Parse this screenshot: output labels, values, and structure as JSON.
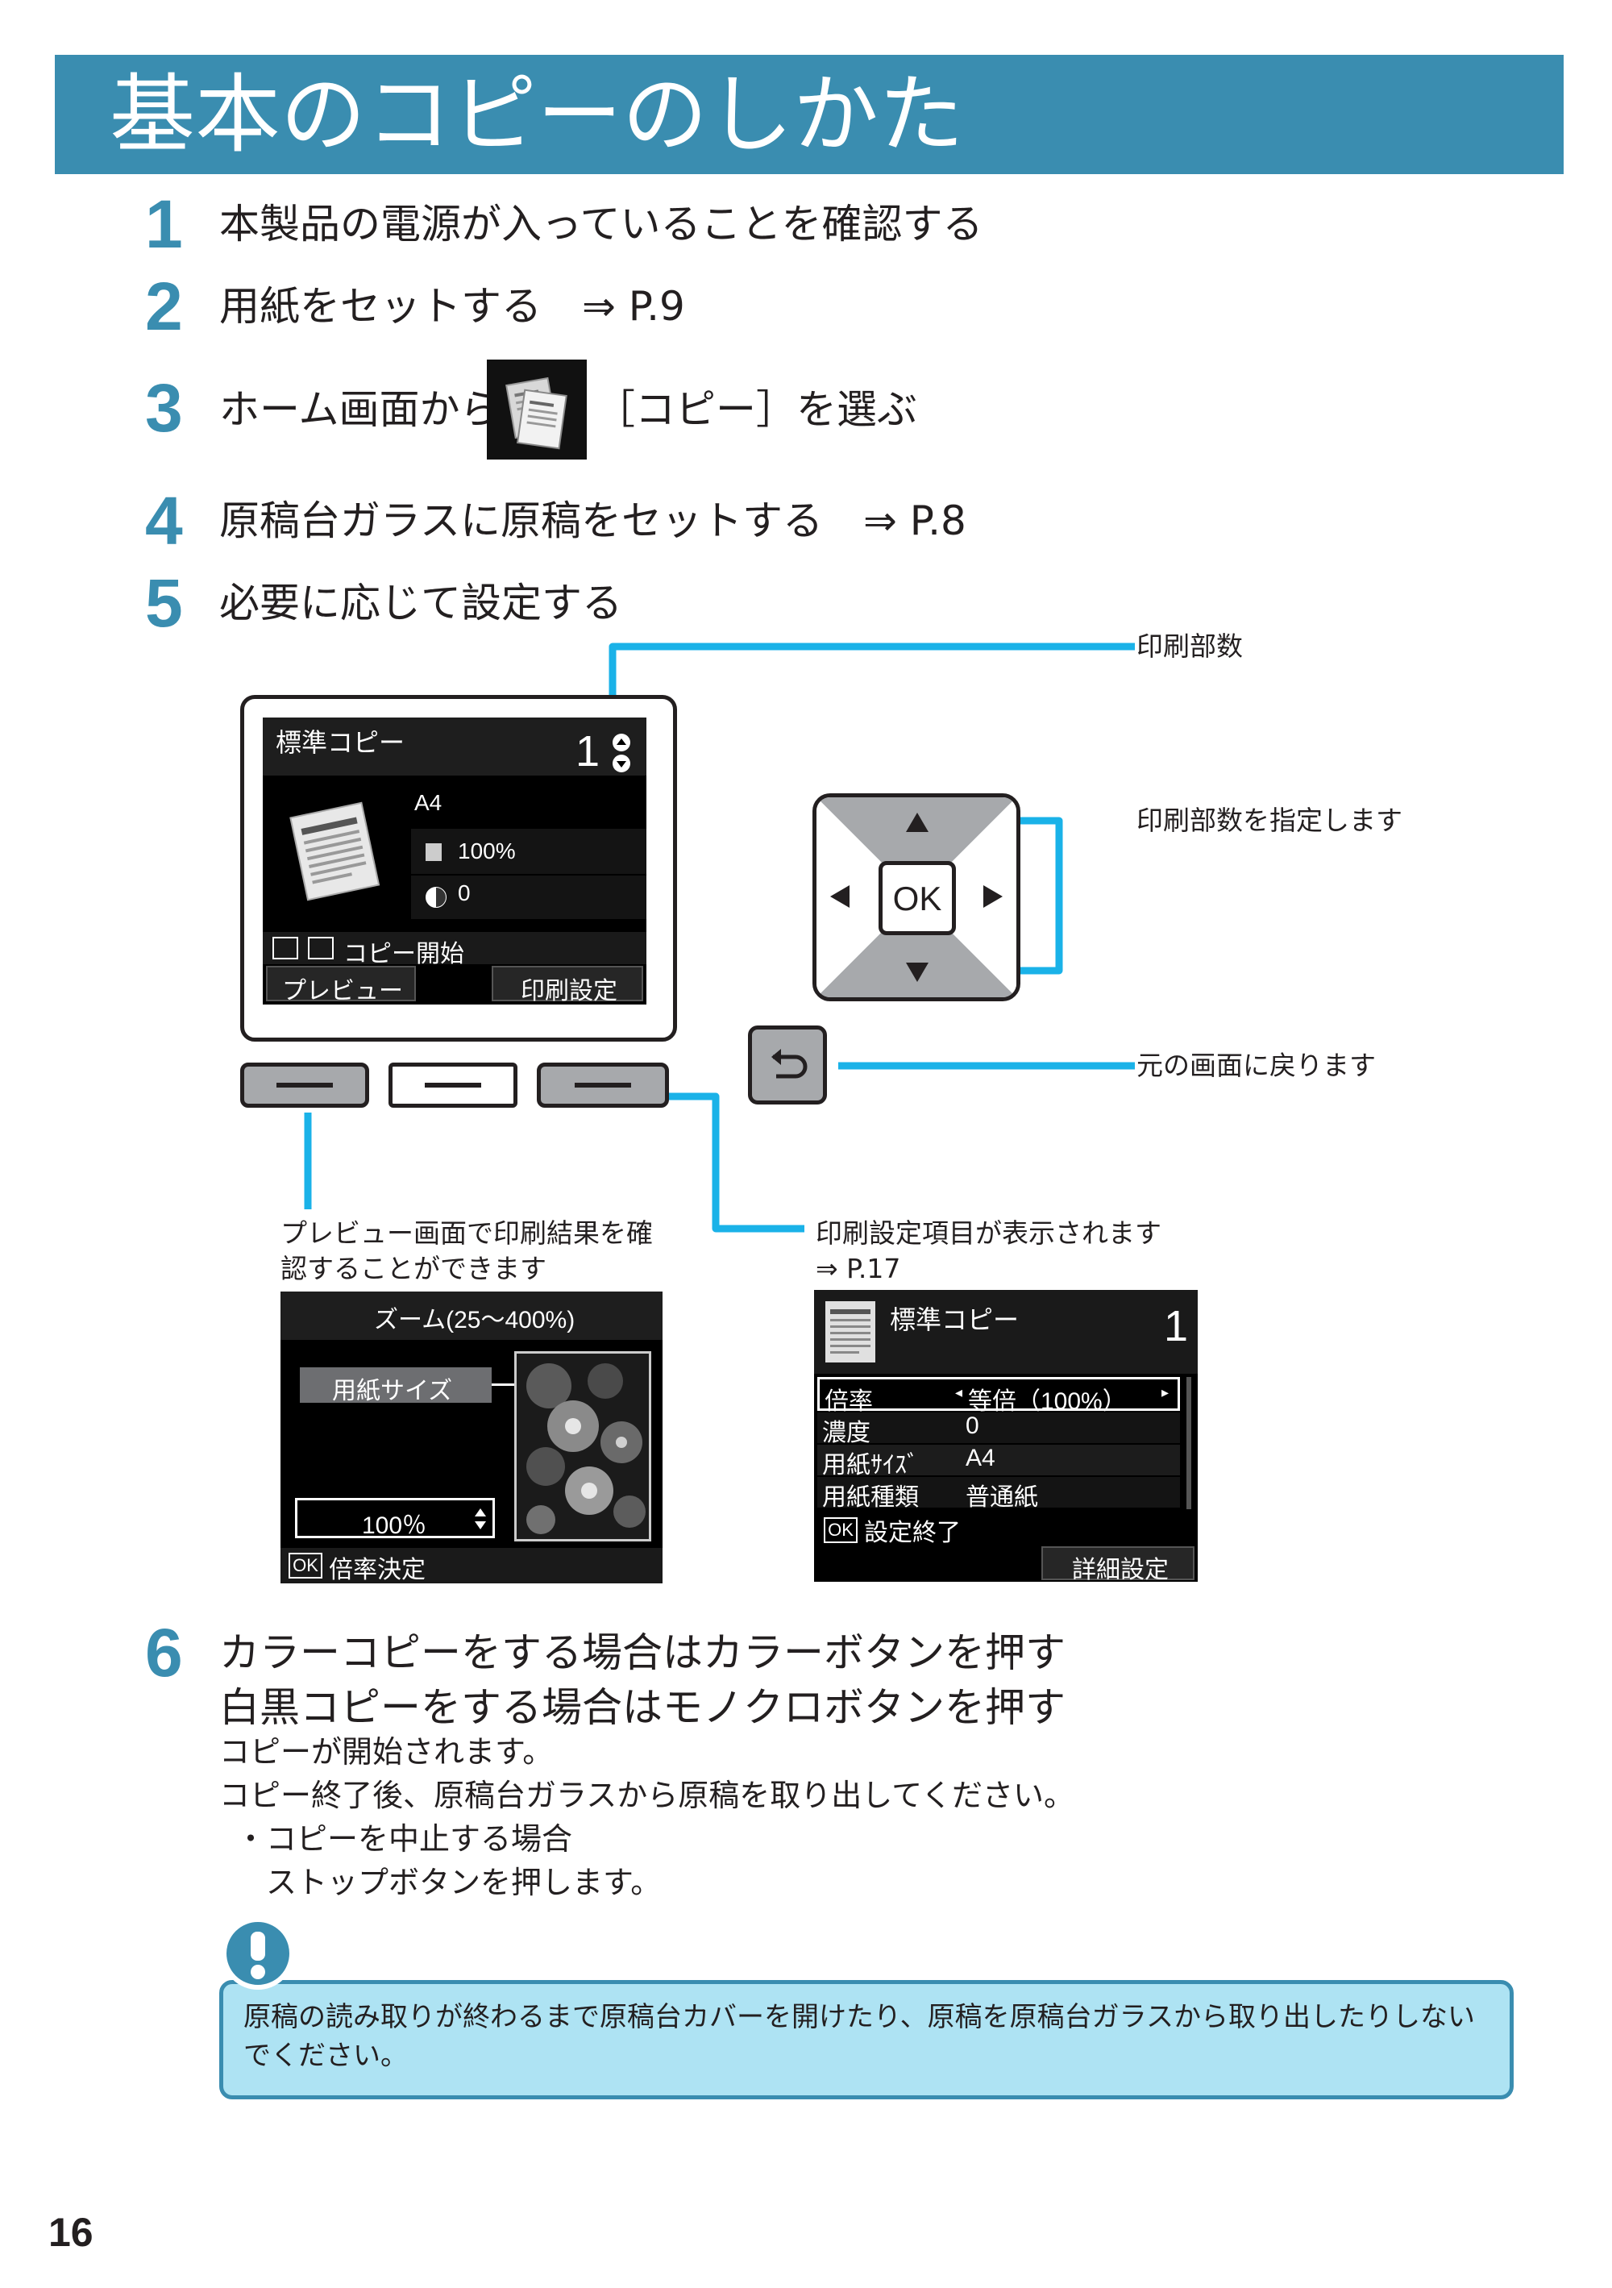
{
  "title": "基本のコピーのしかた",
  "steps": [
    {
      "number": "1",
      "text": "本製品の電源が入っていることを確認する"
    },
    {
      "number": "2",
      "text": "用紙をセットする　⇒ P.9"
    },
    {
      "number": "3",
      "text_before": "ホーム画面から",
      "text_after": "［コピー］を選ぶ"
    },
    {
      "number": "4",
      "text": "原稿台ガラスに原稿をセットする　⇒ P.8"
    },
    {
      "number": "5",
      "text": "必要に応じて設定する"
    },
    {
      "number": "6",
      "text_line1": "カラーコピーをする場合はカラーボタンを押す",
      "text_line2": "白黒コピーをする場合はモノクロボタンを押す"
    }
  ],
  "step6_body": [
    "コピーが開始されます。",
    "コピー終了後、原稿台ガラスから原稿を取り出してください。",
    "・コピーを中止する場合",
    "　ストップボタンを押します。"
  ],
  "callouts": {
    "copies": "印刷部数",
    "arrows": "印刷部数を指定します",
    "back": "元の画面に戻ります",
    "preview_line1": "プレビュー画面で印刷結果を確",
    "preview_line2": "認することができます",
    "settings_line1": "印刷設定項目が表示されます",
    "settings_line2": "⇒ P.17"
  },
  "main_lcd": {
    "title": "標準コピー",
    "copies": "1",
    "paper": "A4",
    "magnification": "100%",
    "density": "0",
    "start_label": "コピー開始",
    "left_button": "プレビュー",
    "right_button": "印刷設定"
  },
  "dpad": {
    "ok_label": "OK"
  },
  "zoom_lcd": {
    "title": "ズーム(25〜400%)",
    "paper_size_tab": "用紙サイズ",
    "value": "100％",
    "ok_badge": "OK",
    "ok_label": "倍率決定"
  },
  "settings_lcd": {
    "title": "標準コピー",
    "copies": "1",
    "rows": [
      {
        "label": "倍率",
        "value": "等倍（100%）"
      },
      {
        "label": "濃度",
        "value": "0"
      },
      {
        "label": "用紙ｻｲｽﾞ",
        "value": "A4"
      },
      {
        "label": "用紙種類",
        "value": "普通紙"
      }
    ],
    "ok_badge": "OK",
    "ok_label": "設定終了",
    "detail_button": "詳細設定"
  },
  "note": "原稿の読み取りが終わるまで原稿台カバーを開けたり、原稿を原稿台ガラスから取り出したりしないでください。",
  "page_number": "16",
  "colors": {
    "accent": "#3a8db0",
    "callout_line": "#1ab2e8",
    "note_bg": "#aee3f3"
  }
}
